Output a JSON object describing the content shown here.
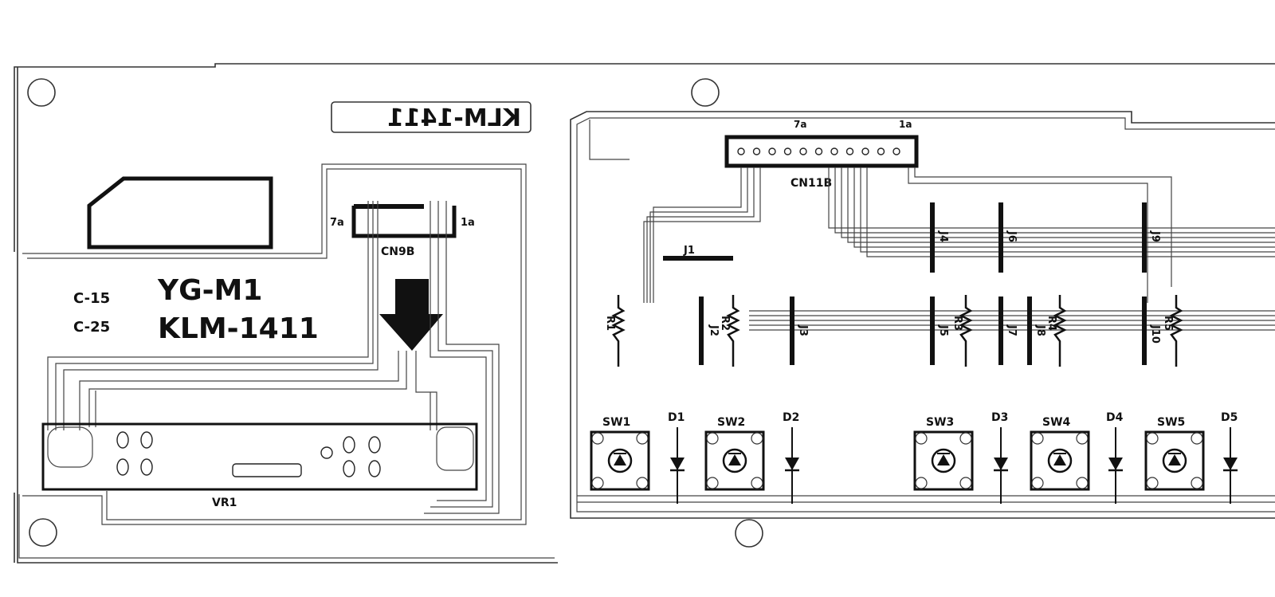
{
  "board": {
    "mirrored_id": "KLM-1411",
    "model_codes": [
      {
        "code": "C-15",
        "name": "YG-M1"
      },
      {
        "code": "C-25",
        "name": "KLM-1411"
      }
    ],
    "connectors": [
      {
        "ref": "CN9B",
        "pin_left": "7a",
        "pin_right": "1a"
      },
      {
        "ref": "CN11B",
        "pin_left": "7a",
        "pin_right": "1a"
      }
    ],
    "potentiometer": "VR1",
    "jumpers": [
      "J1",
      "J2",
      "J3",
      "J4",
      "J5",
      "J6",
      "J7",
      "J8",
      "J9",
      "J10"
    ],
    "resistors": [
      "R1",
      "R2",
      "R3",
      "R4",
      "R5"
    ],
    "switches": [
      "SW1",
      "SW2",
      "SW3",
      "SW4",
      "SW5"
    ],
    "diodes": [
      "D1",
      "D2",
      "D3",
      "D4",
      "D5"
    ]
  }
}
